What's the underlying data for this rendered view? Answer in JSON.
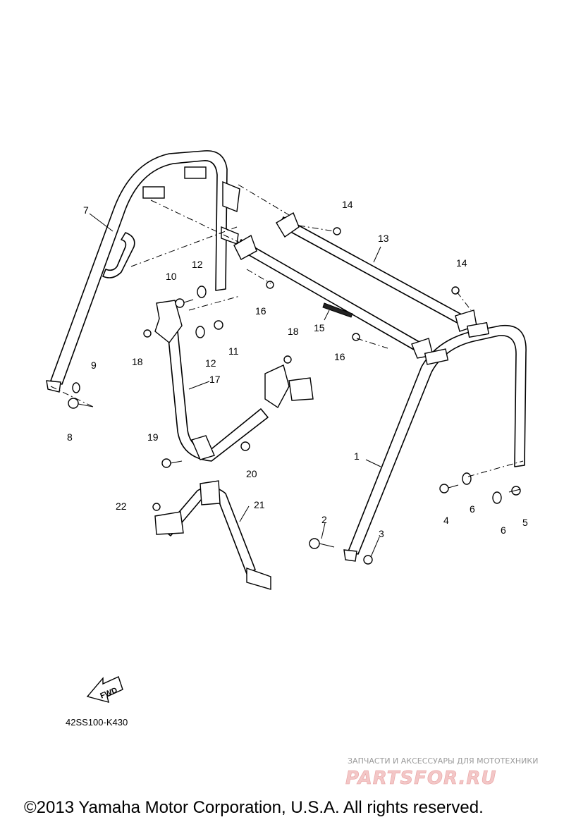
{
  "callouts": {
    "c1": "1",
    "c2": "2",
    "c3": "3",
    "c4": "4",
    "c5": "5",
    "c6a": "6",
    "c6b": "6",
    "c7": "7",
    "c8": "8",
    "c9": "9",
    "c10": "10",
    "c11": "11",
    "c12a": "12",
    "c12b": "12",
    "c13": "13",
    "c14a": "14",
    "c14b": "14",
    "c15": "15",
    "c16a": "16",
    "c16b": "16",
    "c17": "17",
    "c18a": "18",
    "c18b": "18",
    "c19": "19",
    "c20": "20",
    "c21": "21",
    "c22": "22"
  },
  "fwd_label": "FWD",
  "diagram_code": "42SS100-K430",
  "watermark": {
    "tagline": "ЗАПЧАСТИ И АКСЕССУАРЫ ДЛЯ МОТОТЕХНИКИ",
    "brand": "PARTSFOR.RU"
  },
  "copyright": "©2013 Yamaha Motor Corporation, U.S.A. All rights reserved."
}
